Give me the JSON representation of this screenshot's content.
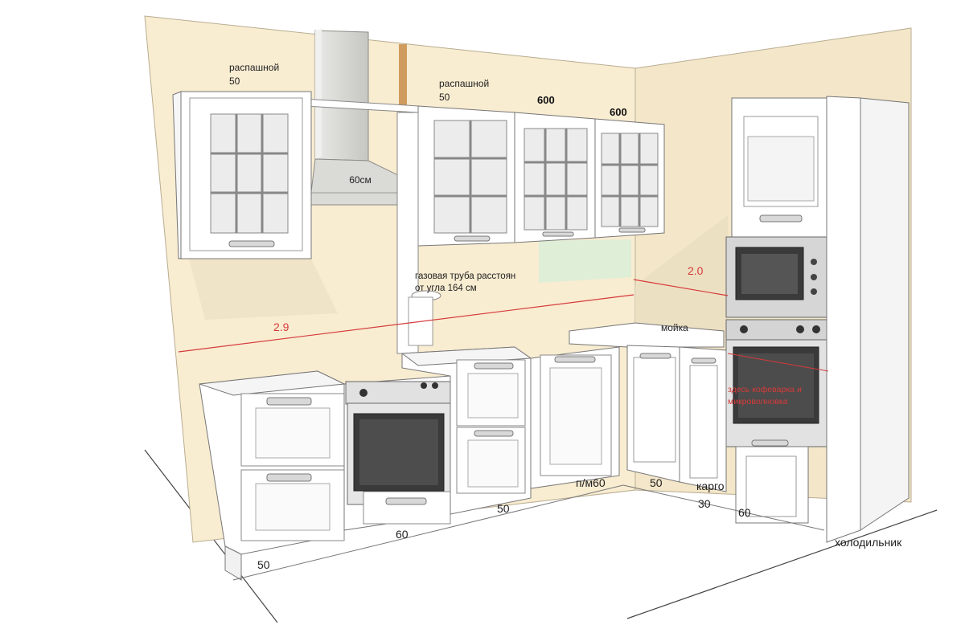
{
  "labels": {
    "upper_left_type": "распашной",
    "upper_left_size": "50",
    "upper_mid_type": "распашной",
    "upper_mid_size": "50",
    "upper_600_a": "600",
    "upper_600_b": "600",
    "hood_size": "60см",
    "gas_pipe_line1": "газовая труба расстоян",
    "gas_pipe_line2": "от угла 164 см",
    "wall_left_length": "2.9",
    "wall_right_length": "2.0",
    "sink": "мойка",
    "coffee_line1": "здесь кофеварка и",
    "coffee_line2": "микроволновка",
    "dishwasher": "п/м60",
    "base_50_left": "50",
    "base_60_oven": "60",
    "base_50_mid": "50",
    "base_50_corner": "50",
    "cargo_type": "карго",
    "cargo_size": "30",
    "tall_60": "60",
    "fridge": "холодильник"
  },
  "colors": {
    "wall": "#f8ecd1",
    "wall_shade": "#ede2c6",
    "cabinet": "#ffffff",
    "outline": "#6e6e6e",
    "glass": "#ececec",
    "dimension_line": "#d63a3a",
    "hood": "#d8d8d4",
    "pipe": "#cf9b5e",
    "oven_window": "#3a3a3a",
    "backsplash": "#d9eed8"
  }
}
